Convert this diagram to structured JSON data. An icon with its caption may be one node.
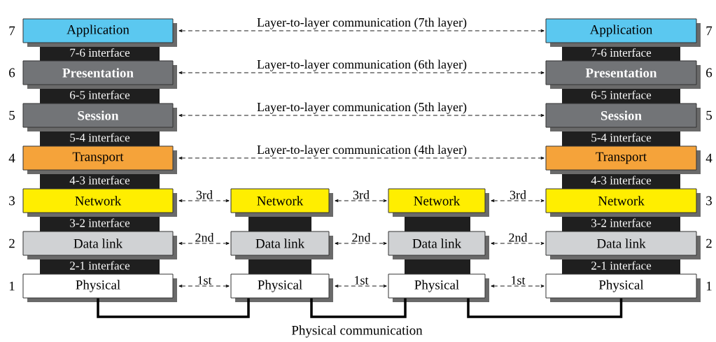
{
  "diagram": {
    "nodes": [
      {
        "text": [
          "Application"
        ],
        "beside": [
          "7"
        ]
      },
      {
        "text": [
          "Presentation"
        ],
        "beside": [
          "6"
        ]
      },
      {
        "text": [
          "Session"
        ],
        "beside": [
          "5"
        ]
      },
      {
        "text": [
          "Transport"
        ],
        "beside": [
          "4"
        ]
      },
      {
        "text": [
          "Network"
        ],
        "beside": [
          "3"
        ]
      },
      {
        "text": [
          "Data link"
        ],
        "beside": [
          "2"
        ]
      },
      {
        "text": [
          "Physical"
        ],
        "beside": [
          "1"
        ]
      },
      {
        "text": [
          "Network"
        ]
      },
      {
        "text": [
          "Data link"
        ]
      },
      {
        "text": [
          "Physical"
        ]
      },
      {
        "text": [
          "Network"
        ]
      },
      {
        "text": [
          "Data link"
        ]
      },
      {
        "text": [
          "Physical"
        ]
      },
      {
        "text": [
          "Application"
        ],
        "beside": [
          "7"
        ]
      },
      {
        "text": [
          "Presentation"
        ],
        "beside": [
          "6"
        ]
      },
      {
        "text": [
          "Session"
        ],
        "beside": [
          "5"
        ]
      },
      {
        "text": [
          "Transport"
        ],
        "beside": [
          "4"
        ]
      },
      {
        "text": [
          "Network"
        ],
        "beside": [
          "3"
        ]
      },
      {
        "text": [
          "Data link"
        ],
        "beside": [
          "2"
        ]
      },
      {
        "text": [
          "Physical"
        ],
        "beside": [
          "1"
        ]
      }
    ],
    "edges": [
      {
        "from": 0,
        "to": 13,
        "arrow": "both",
        "style": "dashed",
        "label": "Layer-to-layer communication (7th layer)"
      },
      {
        "from": 1,
        "to": 14,
        "arrow": "both",
        "style": "dashed",
        "label": "Layer-to-layer communication (6th layer)"
      },
      {
        "from": 2,
        "to": 15,
        "arrow": "both",
        "style": "dashed",
        "label": "Layer-to-layer communication (5th layer)"
      },
      {
        "from": 3,
        "to": 16,
        "arrow": "both",
        "style": "dashed",
        "label": "Layer-to-layer communication (4th layer)"
      },
      {
        "from": 4,
        "to": 7,
        "arrow": "both",
        "style": "dashed",
        "label": "3rd"
      },
      {
        "from": 7,
        "to": 10,
        "arrow": "both",
        "style": "dashed",
        "label": "3rd"
      },
      {
        "from": 10,
        "to": 17,
        "arrow": "both",
        "style": "dashed",
        "label": "3rd"
      },
      {
        "from": 5,
        "to": 8,
        "arrow": "both",
        "style": "dashed",
        "label": "2nd"
      },
      {
        "from": 8,
        "to": 11,
        "arrow": "both",
        "style": "dashed",
        "label": "2nd"
      },
      {
        "from": 11,
        "to": 18,
        "arrow": "both",
        "style": "dashed",
        "label": "2nd"
      },
      {
        "from": 6,
        "to": 9,
        "arrow": "both",
        "style": "dashed",
        "label": "1st"
      },
      {
        "from": 9,
        "to": 12,
        "arrow": "both",
        "style": "dashed",
        "label": "1st"
      },
      {
        "from": 12,
        "to": 19,
        "arrow": "both",
        "style": "dashed",
        "label": "1st"
      },
      {
        "from": 6,
        "to": 9,
        "arrow": "none",
        "style": "thick"
      },
      {
        "from": 9,
        "to": 12,
        "arrow": "none",
        "style": "thick"
      },
      {
        "from": 12,
        "to": 19,
        "arrow": "none",
        "style": "thick"
      }
    ],
    "labels": [
      "7-6 interface",
      "7-6 interface",
      "6-5 interface",
      "6-5 interface",
      "5-4 interface",
      "5-4 interface",
      "4-3 interface",
      "4-3 interface",
      "3-2 interface",
      "3-2 interface",
      "2-1 interface",
      "2-1 interface",
      "Physical communication"
    ]
  }
}
